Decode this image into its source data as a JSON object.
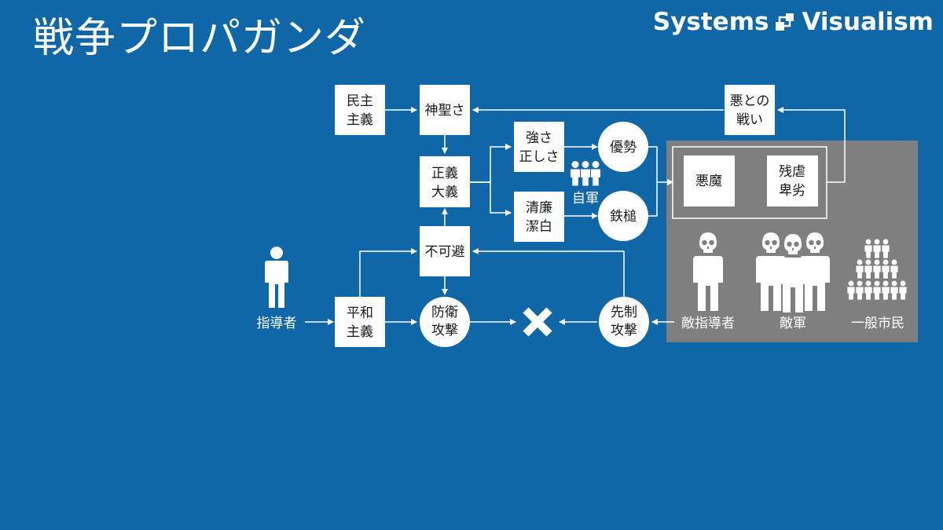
{
  "title": "戦争プロパガンダ",
  "brand": {
    "left": "Systems",
    "right": "Visualism"
  },
  "nodes": {
    "minshu": [
      "民主",
      "主義"
    ],
    "shinsei": [
      "神聖さ"
    ],
    "seigi": [
      "正義",
      "大義"
    ],
    "tsuyosa": [
      "強さ",
      "正しさ"
    ],
    "seiren": [
      "清廉",
      "潔白"
    ],
    "yusei": [
      "優勢"
    ],
    "tettsui": [
      "鉄槌"
    ],
    "aku": [
      "悪との",
      "戦い"
    ],
    "akuma": [
      "悪魔"
    ],
    "zangyaku": [
      "残虐",
      "卑劣"
    ],
    "fukahi": [
      "不可避"
    ],
    "heiwa": [
      "平和",
      "主義"
    ],
    "boei": [
      "防衛",
      "攻撃"
    ],
    "sensei": [
      "先制",
      "攻撃"
    ]
  },
  "labels": {
    "jigun": "自軍",
    "shidosha": "指導者",
    "teki_shidosha": "敵指導者",
    "tekigun": "敵軍",
    "shimin": "一般市民"
  },
  "icons": {
    "cross": "cross-icon",
    "person": "person-icon",
    "skull": "skull-person-icon",
    "crowd": "crowd-icon"
  },
  "colors": {
    "background": "#0f67a8",
    "enemy_panel": "#7f7f7f",
    "box": "#ffffff",
    "line": "#ffffff"
  }
}
